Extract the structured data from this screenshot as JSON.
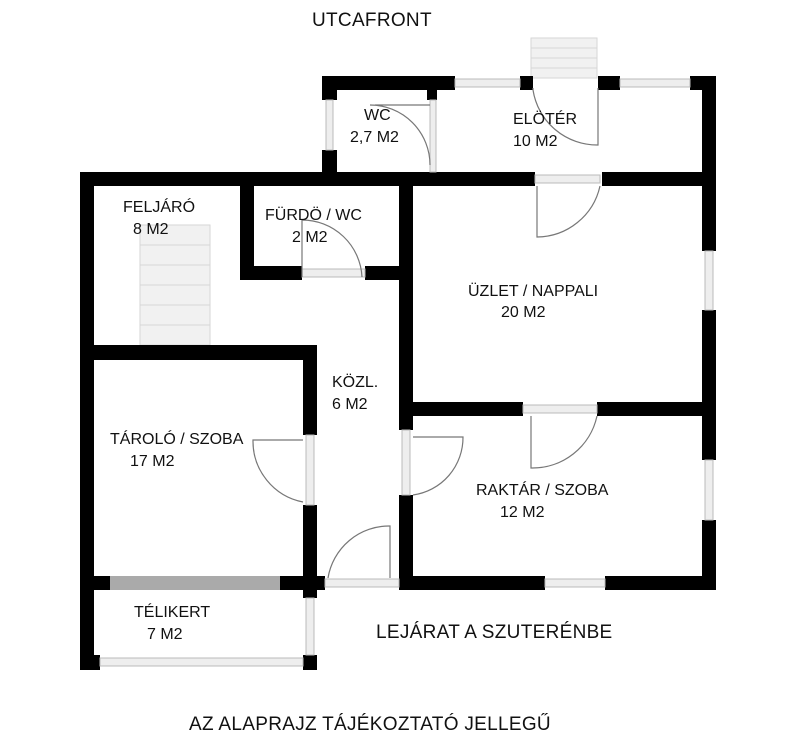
{
  "header": {
    "street_front": "UTCAFRONT"
  },
  "rooms": [
    {
      "name": "WC",
      "area": "2,7 M2"
    },
    {
      "name": "ELÖTÉR",
      "area": "10 M2"
    },
    {
      "name": "FELJÁRÓ",
      "area": "8 M2"
    },
    {
      "name": "FÜRDÖ / WC",
      "area": "2 M2"
    },
    {
      "name": "ÜZLET / NAPPALI",
      "area": "20 M2"
    },
    {
      "name": "KÖZL.",
      "area": "6 M2"
    },
    {
      "name": "TÁROLÓ / SZOBA",
      "area": "17 M2"
    },
    {
      "name": "RAKTÁR / SZOBA",
      "area": "12 M2"
    },
    {
      "name": "TÉLIKERT",
      "area": "7 M2"
    }
  ],
  "basement_access": "LEJÁRAT A SZUTERÉNBE",
  "footer": {
    "disclaimer": "AZ ALAPRAJZ TÁJÉKOZTATÓ JELLEGŰ"
  }
}
